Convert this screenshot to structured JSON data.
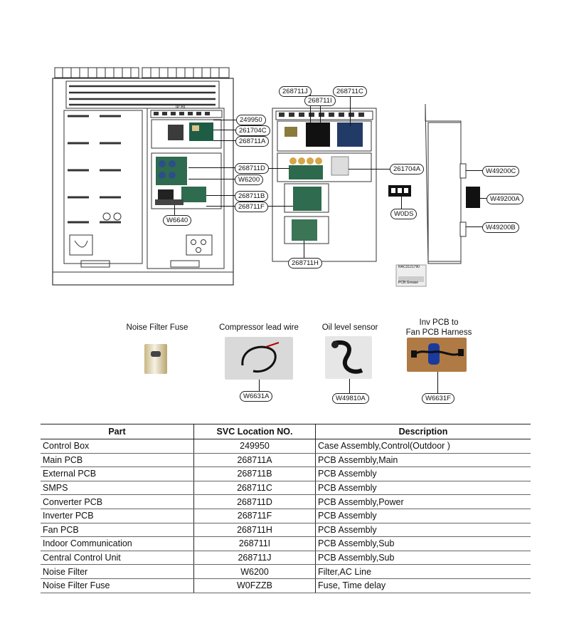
{
  "callouts": {
    "c249950": "249950",
    "c261704C": "261704C",
    "c268711A": "268711A",
    "c268711D": "268711D",
    "cW6200": "W6200",
    "c268711B": "268711B",
    "c268711F": "268711F",
    "cW6640": "W6640",
    "c268711J": "268711J",
    "c268711C": "268711C",
    "c268711I": "268711I",
    "c261704A": "261704A",
    "cW0DS": "W0DS",
    "c268711H": "268711H",
    "cW49200C": "W49200C",
    "cW49200A": "W49200A",
    "cW49200B": "W49200B",
    "cW6631A": "W6631A",
    "cW49810A": "W49810A",
    "cW6631F": "W6631F"
  },
  "captions": {
    "noise_filter_fuse": "Noise Filter Fuse",
    "compressor_lead_wire": "Compressor lead wire",
    "oil_level_sensor": "Oil level sensor",
    "inv_pcb_line1": "Inv PCB to",
    "inv_pcb_line2": "Fan PCB Harness"
  },
  "table": {
    "headers": [
      "Part",
      "SVC Location NO.",
      "Description"
    ],
    "rows": [
      [
        "Control Box",
        "249950",
        "Case Assembly,Control(Outdoor )"
      ],
      [
        "Main PCB",
        "268711A",
        "PCB Assembly,Main"
      ],
      [
        "External PCB",
        "268711B",
        "PCB Assembly"
      ],
      [
        "SMPS",
        "268711C",
        "PCB Assembly"
      ],
      [
        "Converter PCB",
        "268711D",
        "PCB Assembly,Power"
      ],
      [
        "Inverter PCB",
        "268711F",
        "PCB Assembly"
      ],
      [
        "Fan PCB",
        "268711H",
        "PCB Assembly"
      ],
      [
        "Indoor Communication",
        "268711I",
        "PCB Assembly,Sub"
      ],
      [
        "Central Control Unit",
        "268711J",
        "PCB Assembly,Sub"
      ],
      [
        "Noise Filter",
        "W6200",
        "Filter,AC Line"
      ],
      [
        "Noise Filter Fuse",
        "W0FZZB",
        "Fuse, Time delay"
      ]
    ]
  }
}
